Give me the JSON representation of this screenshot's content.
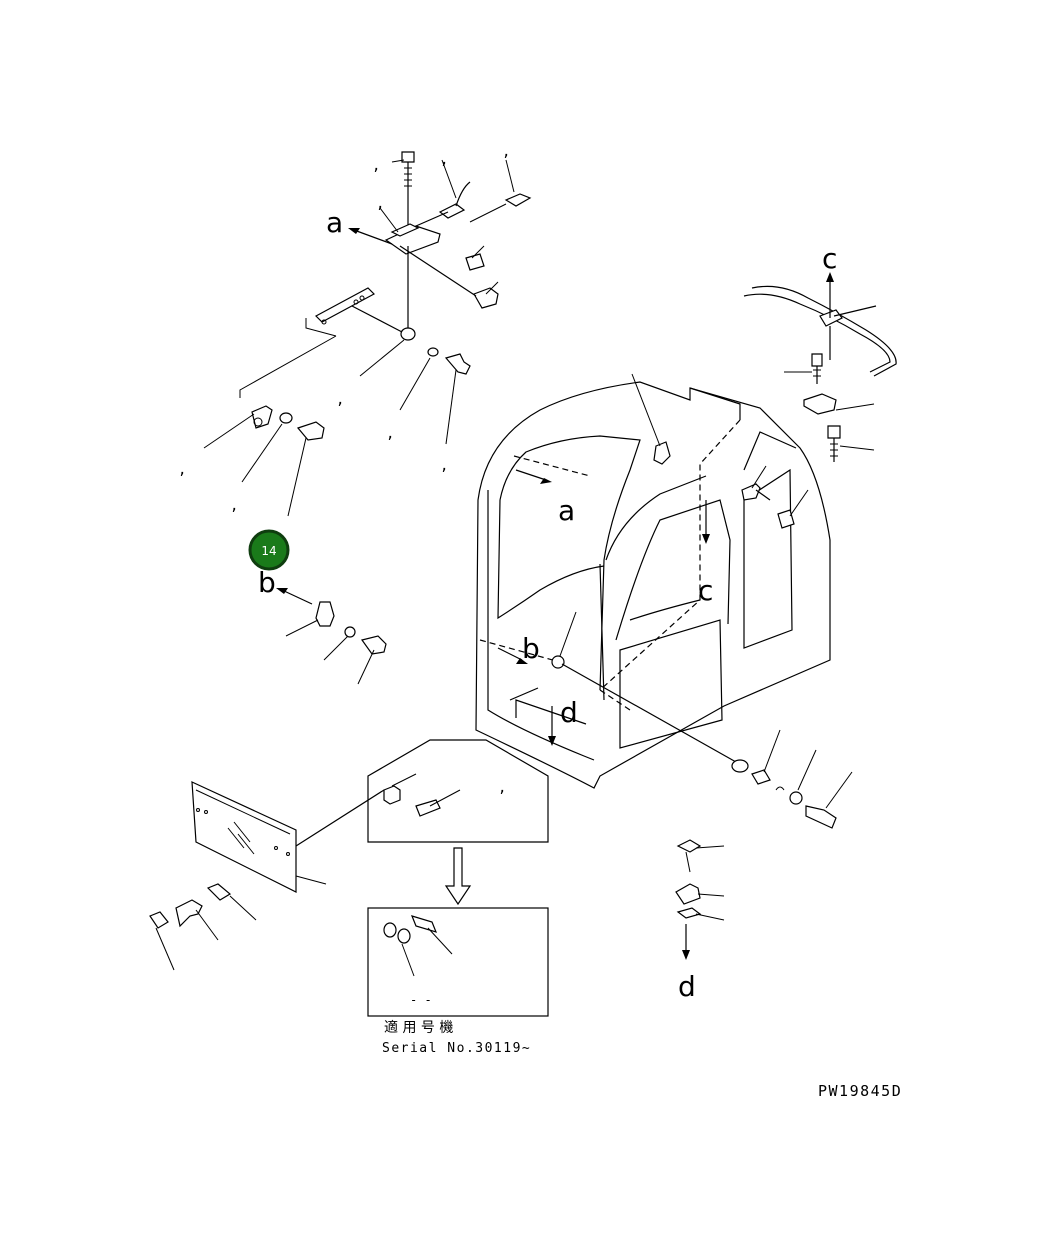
{
  "refs": {
    "a_top": "a",
    "a_cab": "a",
    "b_left": "b",
    "b_cab": "b",
    "c_top": "c",
    "c_cab": "c",
    "d_cab": "d",
    "d_bottom": "d"
  },
  "callout": {
    "number": "14",
    "fill": "#1a7a1a",
    "ring": "#0f3d0f"
  },
  "commas": [
    ",",
    ",",
    ",",
    ",",
    ",",
    ",",
    ",",
    ",",
    ",",
    ","
  ],
  "inset_marks": "- -",
  "applicability": {
    "jp_label": "適 用 号 機",
    "serial": "Serial No.30119~"
  },
  "drawing_id": "PW19845D"
}
